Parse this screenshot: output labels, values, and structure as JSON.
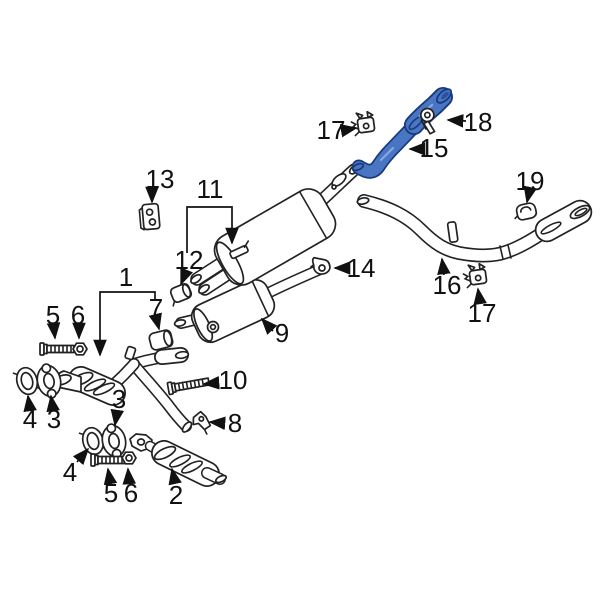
{
  "diagram": {
    "type": "exploded-parts-diagram",
    "subject": "exhaust-system",
    "colors": {
      "bg": "#ffffff",
      "line": "#222222",
      "label": "#111111",
      "hl-fill": "#4a75c3",
      "hl-stroke": "#16397c",
      "hl-deep": "#2d519c",
      "hl-light": "#84a6e3"
    },
    "highlighted_part": {
      "label": "15",
      "icon": "exhaust-tail-pipe-extension"
    }
  },
  "callouts": [
    {
      "label": "17",
      "points_to": "exhaust-hanger-insulator"
    },
    {
      "label": "18",
      "points_to": "exhaust-pipe-clamp"
    },
    {
      "label": "15",
      "points_to": "exhaust-tail-pipe-extension"
    },
    {
      "label": "19",
      "points_to": "exhaust-pipe-clamp"
    },
    {
      "label": "13",
      "points_to": "exhaust-insulator"
    },
    {
      "label": "11",
      "points_to": "muffler-hanger-rod"
    },
    {
      "label": "12",
      "points_to": "exhaust-clamp-bracket"
    },
    {
      "label": "14",
      "points_to": "exhaust-hanger-bracket"
    },
    {
      "label": "1",
      "points_to": "front-exhaust-pipe-assembly"
    },
    {
      "label": "7",
      "points_to": "exhaust-coupler-clamp"
    },
    {
      "label": "5",
      "points_to": "exhaust-flange-bolt"
    },
    {
      "label": "6",
      "points_to": "exhaust-flange-nut"
    },
    {
      "label": "9",
      "points_to": "exhaust-resonator"
    },
    {
      "label": "10",
      "points_to": "exhaust-mounting-bolt"
    },
    {
      "label": "8",
      "points_to": "exhaust-mounting-bracket"
    },
    {
      "label": "3",
      "points_to": "exhaust-pipe-flange"
    },
    {
      "label": "4",
      "points_to": "exhaust-pipe-gasket"
    },
    {
      "label": "3",
      "points_to": "exhaust-pipe-flange"
    },
    {
      "label": "4",
      "points_to": "exhaust-pipe-gasket"
    },
    {
      "label": "5",
      "points_to": "exhaust-flange-bolt"
    },
    {
      "label": "6",
      "points_to": "exhaust-flange-nut"
    },
    {
      "label": "2",
      "points_to": "catalytic-converter"
    },
    {
      "label": "16",
      "points_to": "exhaust-tail-pipe"
    },
    {
      "label": "17",
      "points_to": "exhaust-hanger-insulator"
    }
  ]
}
